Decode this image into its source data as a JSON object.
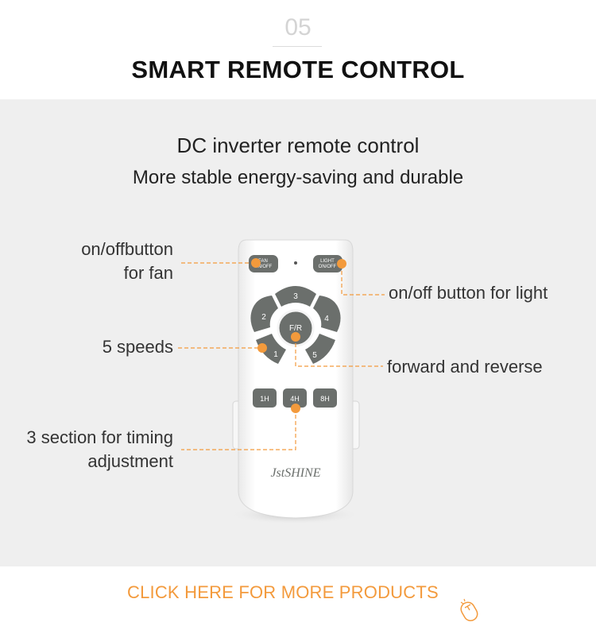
{
  "header": {
    "section_number": "05",
    "title": "SMART REMOTE CONTROL"
  },
  "intro": {
    "line1": "DC inverter remote control",
    "line2": "More stable energy-saving and durable"
  },
  "callouts": {
    "fan_line1": "on/offbutton",
    "fan_line2": "for fan",
    "light": "on/off button for light",
    "speeds": "5 speeds",
    "reverse": "forward and reverse",
    "timer_line1": "3 section for timing",
    "timer_line2": "adjustment"
  },
  "remote": {
    "fan_button_line1": "FAN",
    "fan_button_line2": "ON/OFF",
    "light_button_line1": "LIGHT",
    "light_button_line2": "ON/OFF",
    "speed_labels": [
      "1",
      "2",
      "3",
      "4",
      "5"
    ],
    "center_button": "F/R",
    "timer_buttons": [
      "1H",
      "4H",
      "8H"
    ],
    "brand": "JstSHINE"
  },
  "footer": {
    "cta": "CLICK HERE FOR MORE PRODUCTS",
    "icon": "mouse-click-icon"
  },
  "colors": {
    "accent": "#f39a3c",
    "panel_bg": "#efefef",
    "button_gray": "#6b6f6c",
    "remote_body": "#fbfbfb"
  }
}
